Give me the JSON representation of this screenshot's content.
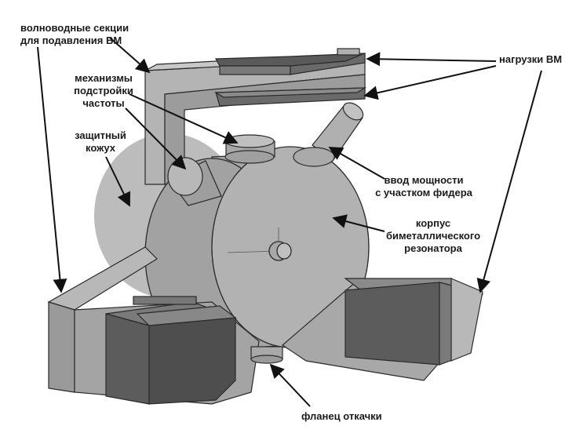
{
  "labels": {
    "waveguide_sections": [
      "волноводные секции",
      "для подавления ВМ"
    ],
    "tuning_mechanisms": [
      "механизмы",
      "подстройки",
      "частоты"
    ],
    "protective_casing": [
      "защитный",
      "кожух"
    ],
    "hom_loads": [
      "нагрузки ВМ"
    ],
    "power_input": [
      "ввод мощности",
      "с участком фидера"
    ],
    "resonator_body": [
      "корпус",
      "биметаллического",
      "резонатора"
    ],
    "pump_flange": [
      "фланец откачки"
    ]
  },
  "colors": {
    "background": "#ffffff",
    "body_gray": "#a8a8a8",
    "light_gray": "#bcbcbc",
    "mid_gray": "#8e8e8e",
    "dark_gray": "#4a4a4a",
    "load_dark": "#5a5a5a",
    "casing_gray": "#9a9a9a",
    "outline": "#2a2a2a",
    "arrow": "#111111"
  }
}
